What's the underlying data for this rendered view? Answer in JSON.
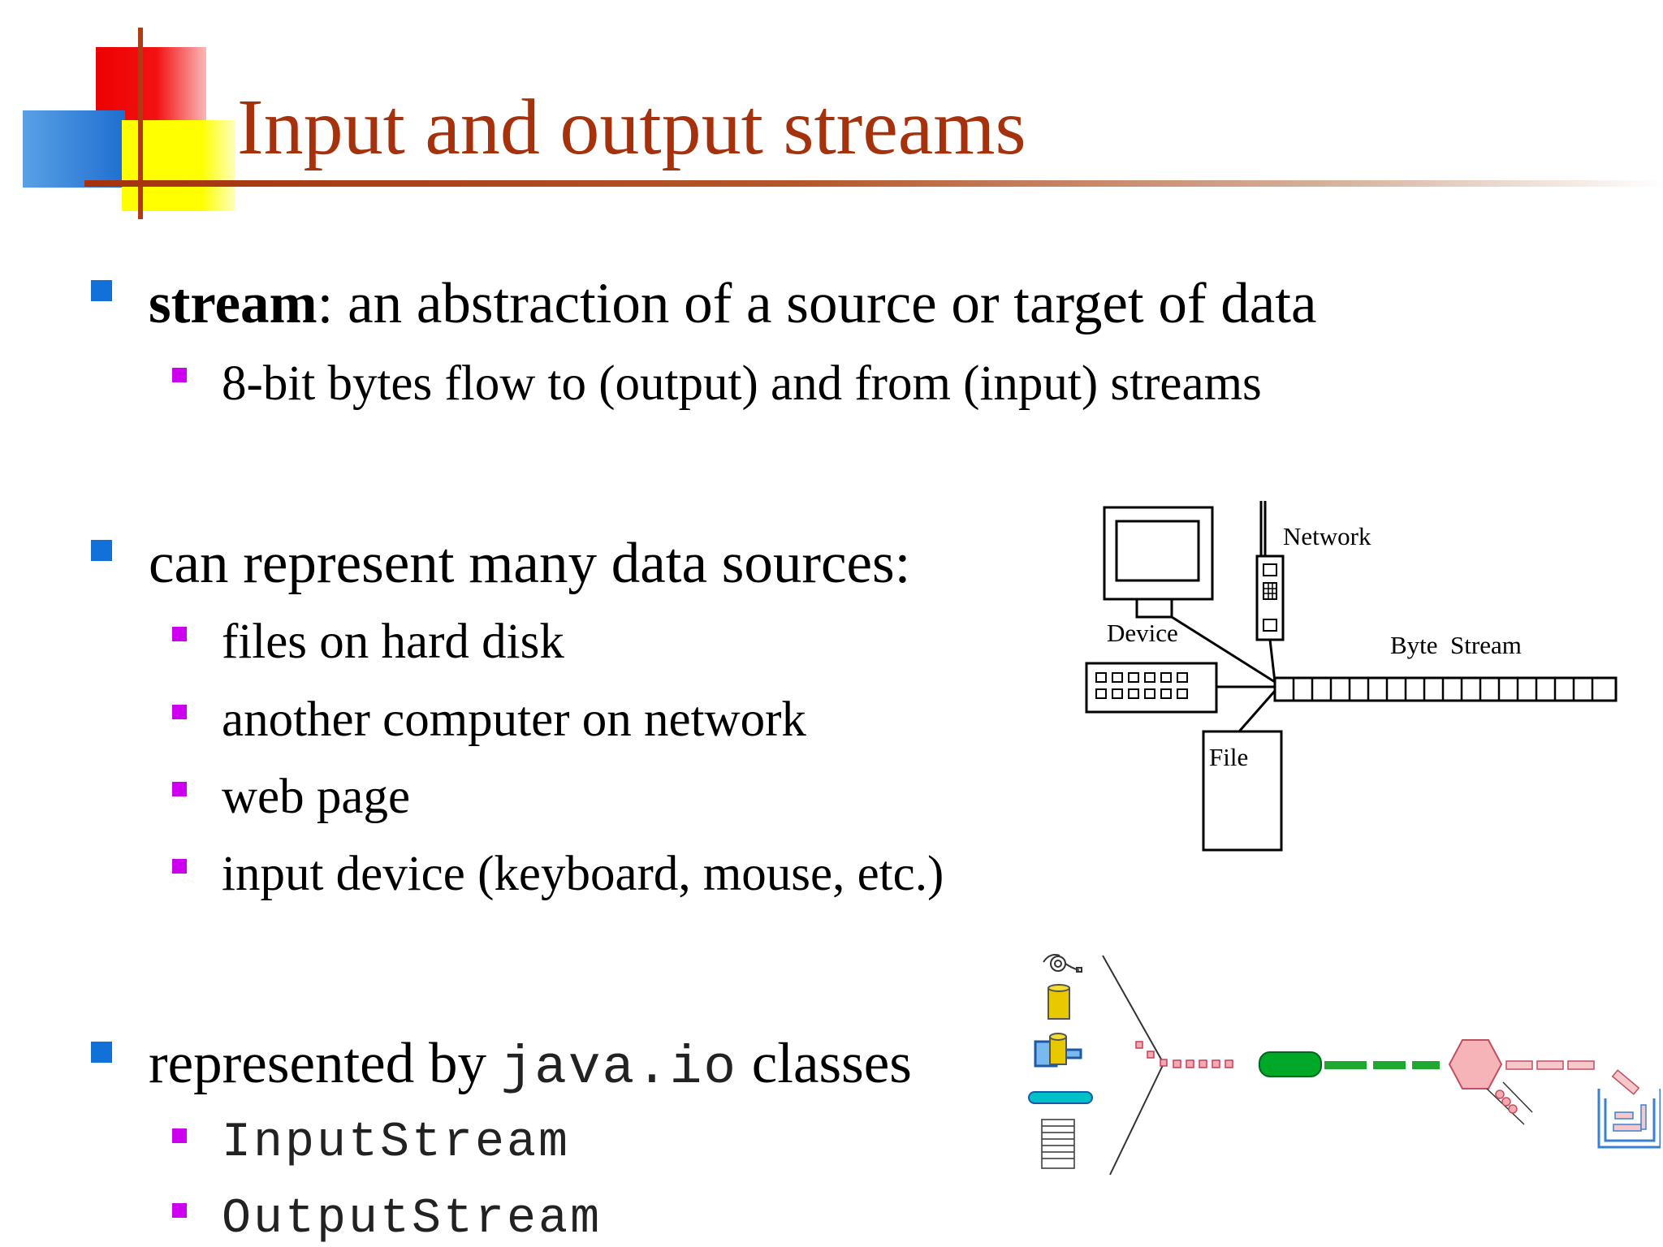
{
  "slide": {
    "title": "Input and output streams",
    "bullets": [
      {
        "term": "stream",
        "text": ": an abstraction of a source or target of data",
        "sub": [
          "8-bit bytes flow to (output) and from (input) streams"
        ]
      },
      {
        "text": "can represent many data sources:",
        "sub": [
          "files on hard disk",
          "another computer on network",
          "web page",
          "input device (keyboard, mouse, etc.)"
        ]
      },
      {
        "text_before": "represented by ",
        "code": "java.io",
        "text_after": " classes",
        "sub": [
          "InputStream",
          "OutputStream"
        ]
      }
    ]
  },
  "diagram": {
    "labels": {
      "network": "Network",
      "device": "Device",
      "byte_stream": "Byte  Stream",
      "file": "File"
    }
  },
  "colors": {
    "title": "#a5320c",
    "bullet_level1": "#1270d9",
    "bullet_level2": "#cc00ee"
  }
}
